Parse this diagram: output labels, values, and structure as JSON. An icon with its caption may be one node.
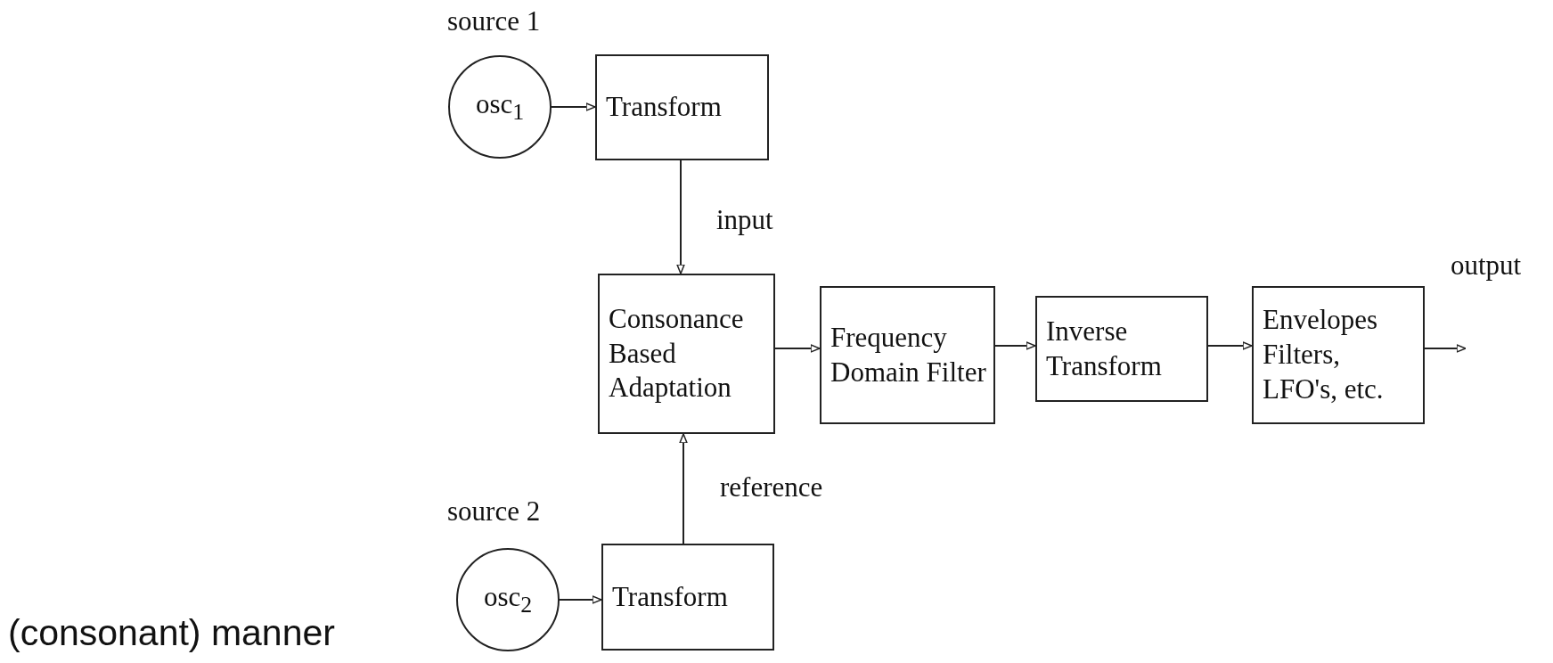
{
  "diagram": {
    "nodes": [
      {
        "text": [
          "osc$_{1}$"
        ],
        "beside": [
          "source 1"
        ]
      },
      {
        "text": [
          "Transform"
        ]
      },
      {
        "text": [
          "Consonance Based Adaptation"
        ]
      },
      {
        "text": [
          "Frequency Domain Filter"
        ]
      },
      {
        "text": [
          "Inverse Transform"
        ]
      },
      {
        "text": [
          "Envelopes Filters, LFO's, etc."
        ]
      },
      {
        "text": [
          "osc$_{2}$"
        ],
        "beside": [
          "source 2"
        ]
      },
      {
        "text": [
          "Transform"
        ]
      }
    ],
    "edges": [
      {
        "from": 0,
        "to": 1,
        "arrow": "to"
      },
      {
        "from": 1,
        "to": 2,
        "arrow": "to",
        "label": "input"
      },
      {
        "from": 7,
        "to": 2,
        "arrow": "to",
        "label": "reference"
      },
      {
        "from": 6,
        "to": 7,
        "arrow": "to"
      },
      {
        "from": 2,
        "to": 3,
        "arrow": "to"
      },
      {
        "from": 3,
        "to": 4,
        "arrow": "to"
      },
      {
        "from": 4,
        "to": 5,
        "arrow": "to"
      },
      {
        "from": 5,
        "to": null,
        "arrow": "to",
        "label": "output"
      }
    ],
    "labels": [
      "(consonant) manner"
    ]
  }
}
